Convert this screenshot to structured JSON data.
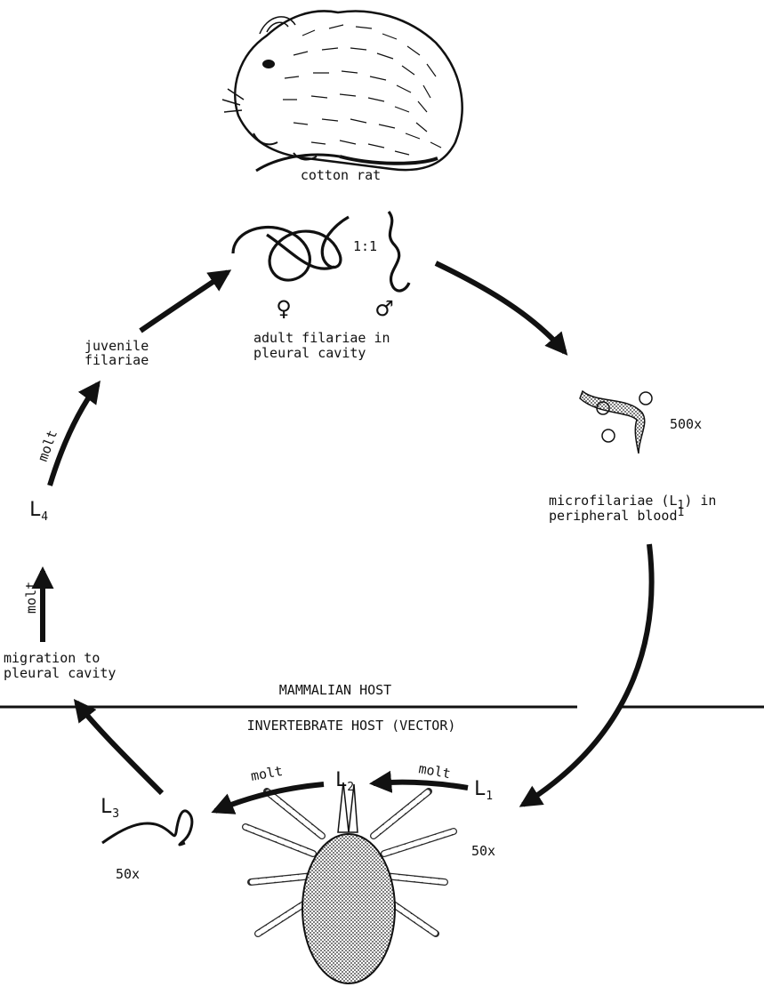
{
  "host_labels": {
    "cotton_rat": "cotton rat",
    "mammalian_host": "MAMMALIAN HOST",
    "invertebrate_host": "INVERTEBRATE HOST (VECTOR)"
  },
  "stages": {
    "adult_ratio": "1:1",
    "female_symbol": "♀",
    "male_symbol": "♂",
    "adult_line1": "adult filariae in",
    "adult_line2": "pleural cavity",
    "micro_mag": "500x",
    "micro_line1_pre": "microfilariae (L",
    "micro_line1_sub": "1",
    "micro_line1_post": ") in",
    "micro_line2": "peripheral blood",
    "micro_line2_sup": "1",
    "juvenile_line1": "juvenile",
    "juvenile_line2": "filariae",
    "migration_line1": "migration to",
    "migration_line2": "pleural cavity",
    "l4_letter": "L",
    "l4_sub": "4",
    "l3_letter": "L",
    "l3_sub": "3",
    "l2_letter": "L",
    "l2_sub": "2",
    "l1_letter": "L",
    "l1_sub": "1",
    "l3_mag": "50x",
    "mite_mag": "50x"
  },
  "arrow_labels": {
    "molt_l3_l4": "molt",
    "molt_l4_juvenile": "molt",
    "molt_l2_l3": "molt",
    "molt_l1_l2": "molt"
  }
}
